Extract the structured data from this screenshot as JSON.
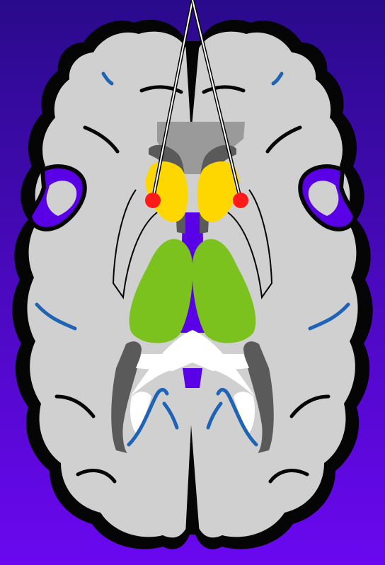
{
  "diagram": {
    "subject": "axial-brain-section-with-bilateral-electrodes",
    "colors": {
      "background_top": "#2a0a8c",
      "background_bottom": "#6a08f0",
      "ventricle": "#5a00e6",
      "cortex_fill": "#d0d0d0",
      "cortex_outline": "#050505",
      "sulcus_blue": "#1f63b5",
      "caudate_yellow": "#ffd700",
      "putamen_green": "#7cc21e",
      "internal_capsule_gray": "#9a9a9a",
      "dark_gray_rim": "#5a5a5a",
      "white_matter_white": "#ffffff",
      "electrode_tip_red": "#ff1a1a",
      "electrode_lead": "#ffffff"
    },
    "structures": [
      {
        "name": "left-caudate",
        "color_key": "caudate_yellow"
      },
      {
        "name": "right-caudate",
        "color_key": "caudate_yellow"
      },
      {
        "name": "left-putamen-globus-pallidus",
        "color_key": "putamen_green"
      },
      {
        "name": "right-putamen-globus-pallidus",
        "color_key": "putamen_green"
      },
      {
        "name": "left-electrode",
        "color_key": "electrode_tip_red"
      },
      {
        "name": "right-electrode",
        "color_key": "electrode_tip_red"
      }
    ]
  }
}
